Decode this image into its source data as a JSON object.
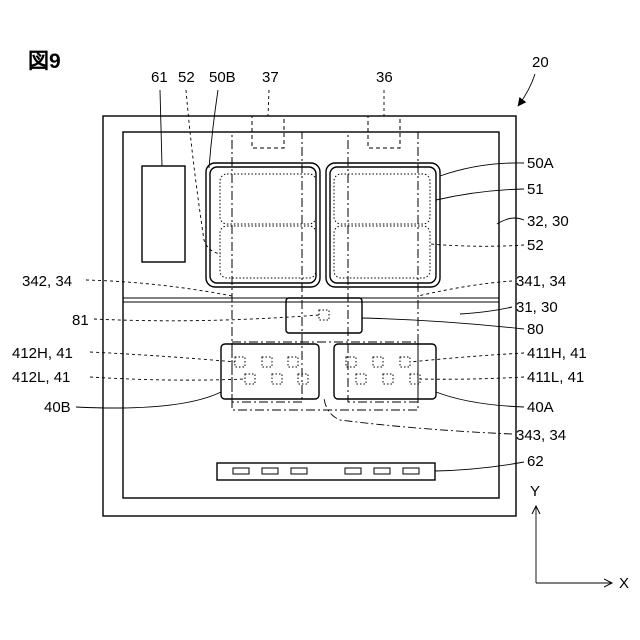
{
  "figure": {
    "title": "図9",
    "ref_main": "20"
  },
  "labels": {
    "l61": "61",
    "l52_top": "52",
    "l50B": "50B",
    "l37": "37",
    "l36": "36",
    "l50A": "50A",
    "l51": "51",
    "l32_30": "32, 30",
    "l52_right": "52",
    "l342_34": "342, 34",
    "l341_34": "341, 34",
    "l31_30": "31, 30",
    "l81": "81",
    "l80": "80",
    "l412H_41": "412H, 41",
    "l411H_41": "411H, 41",
    "l412L_41": "412L, 41",
    "l411L_41": "411L, 41",
    "l40B": "40B",
    "l40A": "40A",
    "l343_34": "343, 34",
    "l62": "62"
  },
  "axes": {
    "y": "Y",
    "x": "X"
  }
}
